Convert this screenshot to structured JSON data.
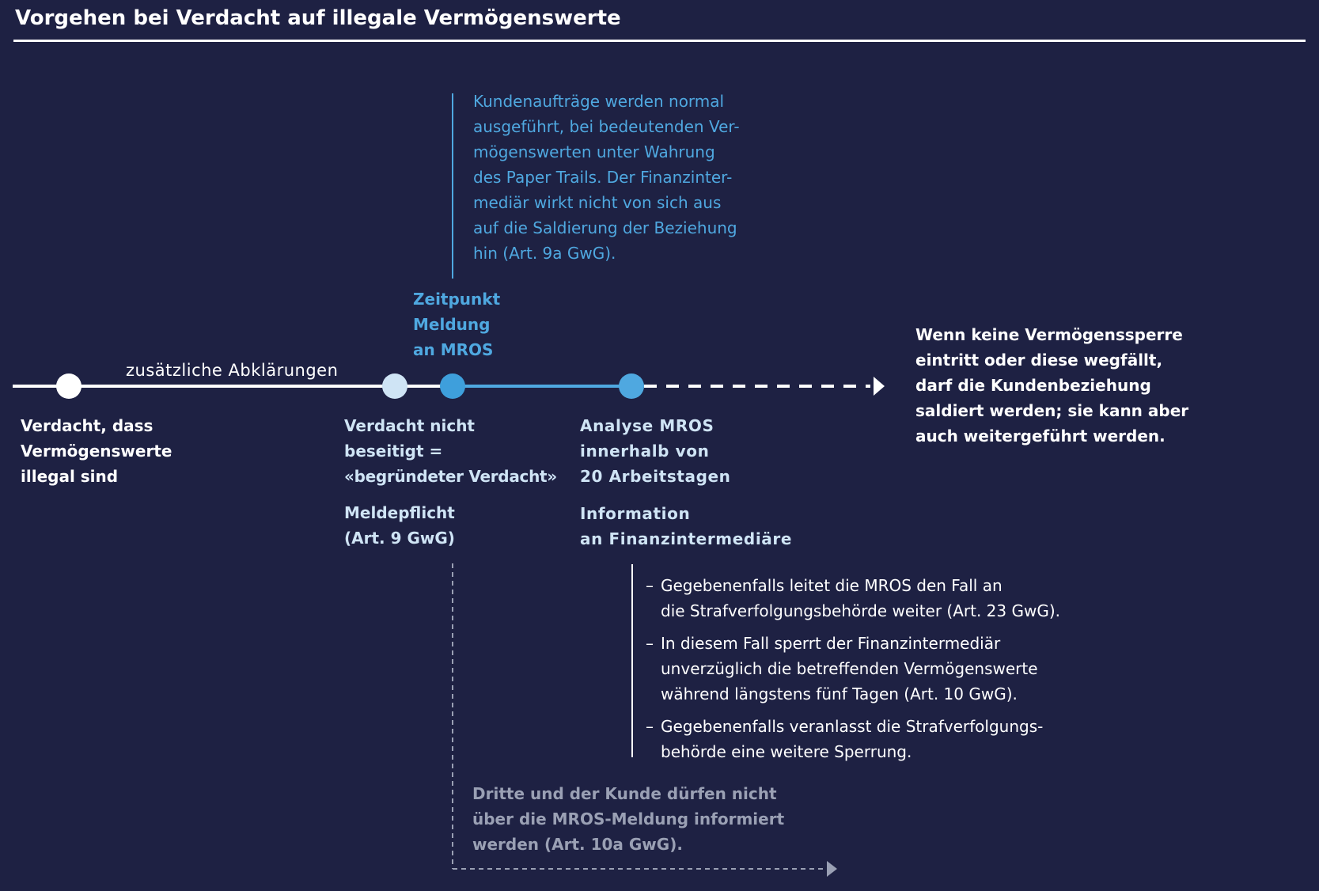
{
  "title": "Vorgehen bei Verdacht auf illegale Vermögenswerte",
  "colors": {
    "background": "#1e2143",
    "white": "#ffffff",
    "blue": "#4fa8e0",
    "pale_blue": "#cfe4f5",
    "gray": "#9aa0b4"
  },
  "timeline": {
    "segment_label": "zusätzliche Abklärungen"
  },
  "upper_note": {
    "lines": [
      "Kundenaufträge werden normal",
      "ausgeführt, bei bedeutenden Ver-",
      "mögenswerten unter Wahrung",
      "des Paper Trails. Der Finanzinter-",
      "mediär wirkt nicht von sich aus",
      "auf die Saldierung der Beziehung",
      "hin (Art. 9a GwG)."
    ]
  },
  "milestone_report": {
    "lines": [
      "Zeitpunkt",
      "Meldung",
      "an MROS"
    ]
  },
  "node_suspicion": {
    "lines": [
      "Verdacht, dass",
      "Vermögenswerte",
      "illegal sind"
    ]
  },
  "node_justified": {
    "lines": [
      "Verdacht nicht",
      "beseitigt =",
      "«begründeter Verdacht»"
    ],
    "duty_lines": [
      "Meldepflicht",
      "(Art. 9 GwG)"
    ]
  },
  "node_analysis": {
    "lines": [
      "Analyse MROS",
      "innerhalb von",
      "20 Arbeitstagen"
    ],
    "info_lines": [
      "Information",
      "an Finanzintermediäre"
    ]
  },
  "end_note": {
    "lines": [
      "Wenn keine Vermögenssperre",
      "eintritt oder diese wegfällt,",
      "darf die Kundenbeziehung",
      "saldiert werden; sie kann aber",
      "auch weitergeführt werden."
    ]
  },
  "bullets": {
    "items": [
      {
        "dash": "–",
        "lines": [
          "Gegebenenfalls leitet die MROS den Fall an",
          "die Strafverfolgungsbehörde weiter (Art. 23 GwG)."
        ]
      },
      {
        "dash": "–",
        "lines": [
          "In diesem Fall sperrt der Finanzintermediär",
          "unverzüglich die betreffenden Vermögenswerte",
          "während längstens fünf Tagen (Art. 10 GwG)."
        ]
      },
      {
        "dash": "–",
        "lines": [
          "Gegebenenfalls veranlasst die Strafverfolgungs-",
          "behörde eine weitere Sperrung."
        ]
      }
    ]
  },
  "prohibition_note": {
    "lines": [
      "Dritte und der Kunde dürfen nicht",
      "über die MROS-Meldung informiert",
      "werden (Art. 10a GwG)."
    ]
  }
}
